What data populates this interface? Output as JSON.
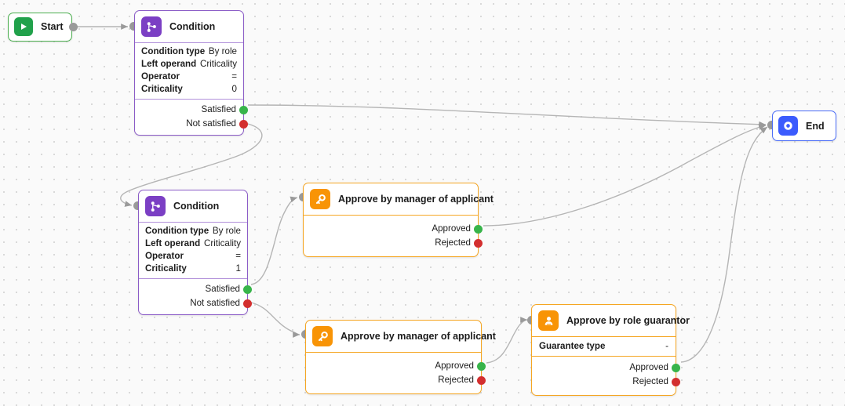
{
  "canvas": {
    "background": "#fafafa",
    "grid_dot_color": "#d9d9d9",
    "edge_color": "#b5b5b5"
  },
  "palette": {
    "condition_border": "#8b5cc7",
    "condition_icon_bg": "#7b3fc4",
    "approve_border": "#f5a623",
    "approve_icon_bg": "#f89406",
    "start_border": "#4caf50",
    "start_icon_bg": "#21a14b",
    "end_border": "#4a6cf7",
    "end_icon_bg": "#3b5bfd",
    "port_satisfied": "#38b44a",
    "port_rejected": "#d32f2f",
    "handle": "#9a9a9a"
  },
  "nodes": {
    "start": {
      "title": "Start",
      "icon": "play-icon"
    },
    "condition_1": {
      "title": "Condition",
      "icon": "condition-branch-icon",
      "props": [
        {
          "key": "Condition type",
          "value": "By role"
        },
        {
          "key": "Left operand",
          "value": "Criticality"
        },
        {
          "key": "Operator",
          "value": "="
        },
        {
          "key": "Criticality",
          "value": "0"
        }
      ],
      "ports": [
        {
          "label": "Satisfied",
          "color": "green"
        },
        {
          "label": "Not satisfied",
          "color": "red"
        }
      ]
    },
    "condition_2": {
      "title": "Condition",
      "icon": "condition-branch-icon",
      "props": [
        {
          "key": "Condition type",
          "value": "By role"
        },
        {
          "key": "Left operand",
          "value": "Criticality"
        },
        {
          "key": "Operator",
          "value": "="
        },
        {
          "key": "Criticality",
          "value": "1"
        }
      ],
      "ports": [
        {
          "label": "Satisfied",
          "color": "green"
        },
        {
          "label": "Not satisfied",
          "color": "red"
        }
      ]
    },
    "approve_manager_top": {
      "title": "Approve by manager of applicant",
      "icon": "key-icon",
      "ports": [
        {
          "label": "Approved",
          "color": "green"
        },
        {
          "label": "Rejected",
          "color": "red"
        }
      ]
    },
    "approve_manager_bottom": {
      "title": "Approve by manager of applicant",
      "icon": "key-icon",
      "ports": [
        {
          "label": "Approved",
          "color": "green"
        },
        {
          "label": "Rejected",
          "color": "red"
        }
      ]
    },
    "approve_role_guarantor": {
      "title": "Approve by role guarantor",
      "icon": "person-badge-icon",
      "props": [
        {
          "key": "Guarantee type",
          "value": "-"
        }
      ],
      "ports": [
        {
          "label": "Approved",
          "color": "green"
        },
        {
          "label": "Rejected",
          "color": "red"
        }
      ]
    },
    "end": {
      "title": "End",
      "icon": "target-circle-icon"
    }
  }
}
